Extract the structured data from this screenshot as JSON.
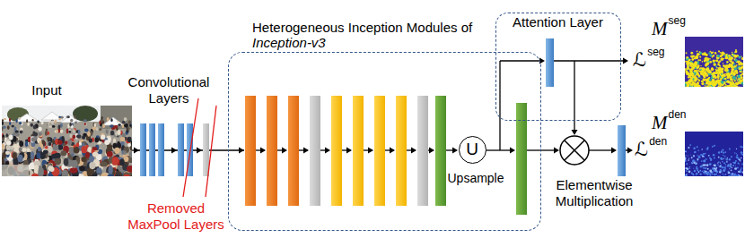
{
  "diagram": {
    "nodes": [
      {
        "text": [
          "Heterogeneous Inception Modules of",
          "Inception-v3"
        ]
      },
      {
        "text": [
          "U"
        ],
        "in": 0
      },
      {
        "text": [
          "Attention Layer"
        ]
      }
    ],
    "labels": [
      "Input",
      "Convolutional Layers",
      "Removed MaxPool Layers",
      "Upsample",
      "Elementwise Multiplication",
      "ℒ",
      "seg",
      "ℒ",
      "den",
      "M",
      "seg",
      "M",
      "den"
    ]
  }
}
